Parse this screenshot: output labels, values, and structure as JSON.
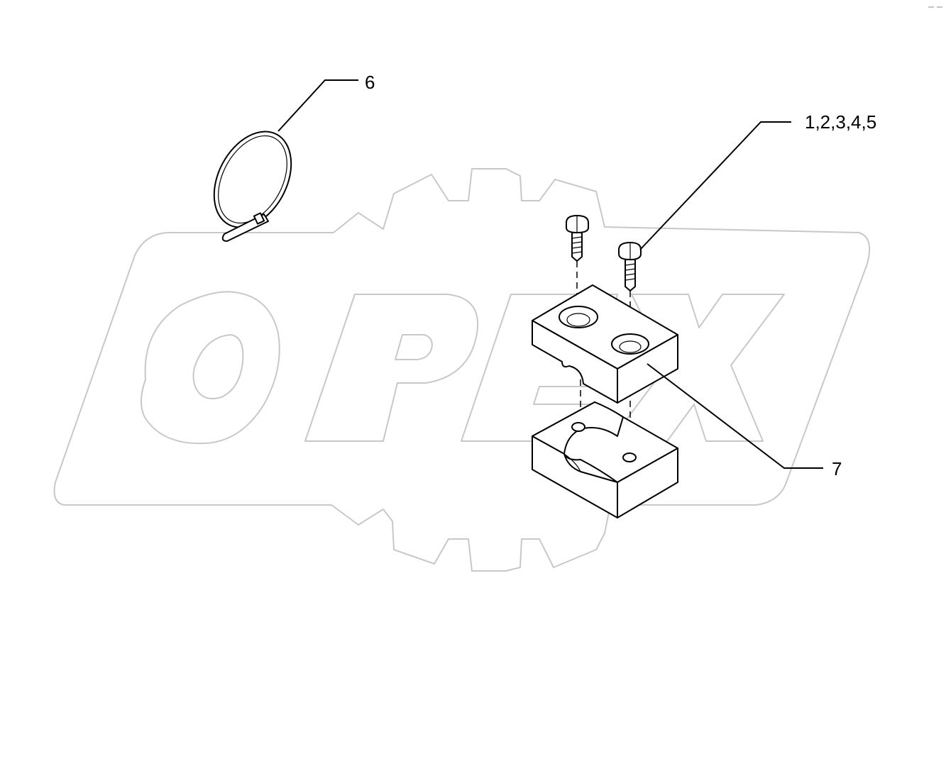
{
  "diagram": {
    "callouts": [
      {
        "id": "tie",
        "label": "6"
      },
      {
        "id": "screws",
        "label": "1,2,3,4,5"
      },
      {
        "id": "clamp",
        "label": "7"
      }
    ],
    "watermark": "OPEX",
    "colors": {
      "background": "#ffffff",
      "linework": "#000000",
      "watermark": "#c8c8c8"
    }
  }
}
